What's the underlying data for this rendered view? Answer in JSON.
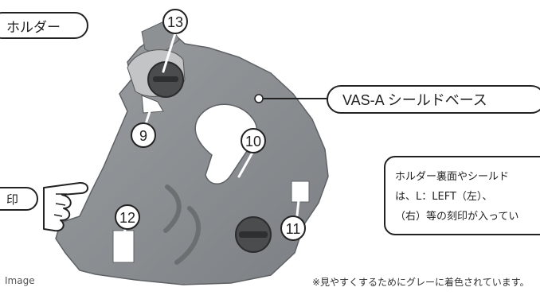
{
  "labels": {
    "holder": "ホルダー",
    "shield_base": "VAS-A シールドベース",
    "engraving": "印"
  },
  "callouts": [
    "9",
    "10",
    "11",
    "12",
    "13"
  ],
  "note_lines": [
    "ホルダー裏面やシールド",
    "は、L：LEFT（左）、",
    "（右）等の刻印が入ってい"
  ],
  "captions": {
    "image": "Image",
    "gray_note": "※見やすくするためにグレーに着色されています。"
  },
  "colors": {
    "part_gray": "#8a8e91",
    "outline": "#222222"
  }
}
